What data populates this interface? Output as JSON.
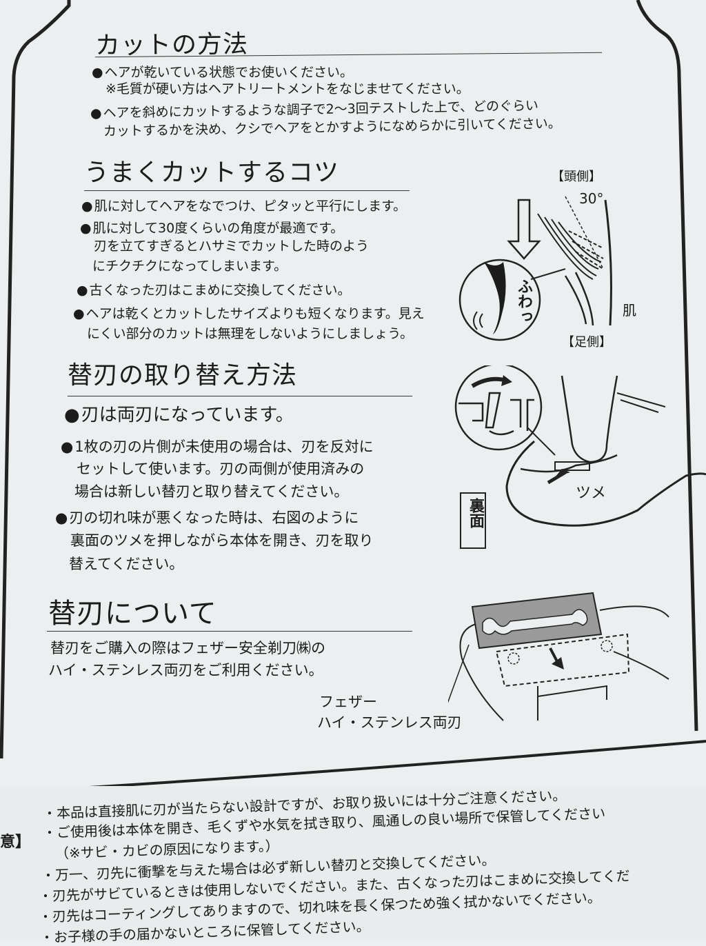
{
  "section1": {
    "title": "カットの方法",
    "lines": [
      "ヘアが乾いている状態でお使いください。",
      "※毛質が硬い方はヘアトリートメントをなじませてください。",
      "ヘアを斜めにカットするような調子で2～3回テストした上で、どのぐらい",
      "カットするかを決め、クシでヘアをとかすようになめらかに引いてください。"
    ]
  },
  "section2": {
    "title": "うまくカットするコツ",
    "lines": [
      "肌に対してヘアをなでつけ、ピタッと平行にします。",
      "肌に対して30度くらいの角度が最適です。",
      "刃を立てすぎるとハサミでカットした時のよう",
      "にチクチクになってしまいます。",
      "古くなった刃はこまめに交換してください。",
      "ヘアは乾くとカットしたサイズよりも短くなります。見え",
      "にくい部分のカットは無理をしないようにしましょう。"
    ],
    "figure": {
      "head_side": "【頭側】",
      "angle": "30°",
      "fuwa": "ふわっ",
      "skin": "肌",
      "foot_side": "【足側】"
    }
  },
  "section3": {
    "title": "替刃の取り替え方法",
    "lines": [
      "刃は両刃になっています。",
      "1枚の刃の片側が未使用の場合は、刃を反対に",
      "セットして使います。刃の両側が使用済みの",
      "場合は新しい替刃と取り替えてください。",
      "刃の切れ味が悪くなった時は、右図のように",
      "裏面のツメを押しながら本体を開き、刃を取り",
      "替えてください。"
    ],
    "figure": {
      "back_side": "裏面",
      "claw": "ツメ"
    }
  },
  "section4": {
    "title": "替刃について",
    "lines": [
      "替刃をご購入の際はフェザー安全剃刀㈱の",
      "ハイ・ステンレス両刃をご利用ください。"
    ],
    "figure": {
      "label_line1": "フェザー",
      "label_line2": "ハイ・ステンレス両刃"
    }
  },
  "caution": {
    "head": "意】",
    "lines": [
      "・本品は直接肌に刃が当たらない設計ですが、お取り扱いには十分ご注意ください。",
      "・ご使用後は本体を開き、毛くずや水気を拭き取り、風通しの良い場所で保管してください",
      "（※サビ・カビの原因になります。）",
      "・万一、刃先に衝撃を与えた場合は必ず新しい替刃と交換してください。",
      "・刃先がサビているときは使用しないでください。また、古くなった刃はこまめに交換してくだ",
      "・刃先はコーティングしてありますので、切れ味を長く保つため強く拭かないでください。",
      "・お子様の手の届かないところに保管してください。"
    ]
  },
  "colors": {
    "paper": "#eceff0",
    "ink": "#1c1c1c",
    "blade": "#9a9a9a"
  }
}
